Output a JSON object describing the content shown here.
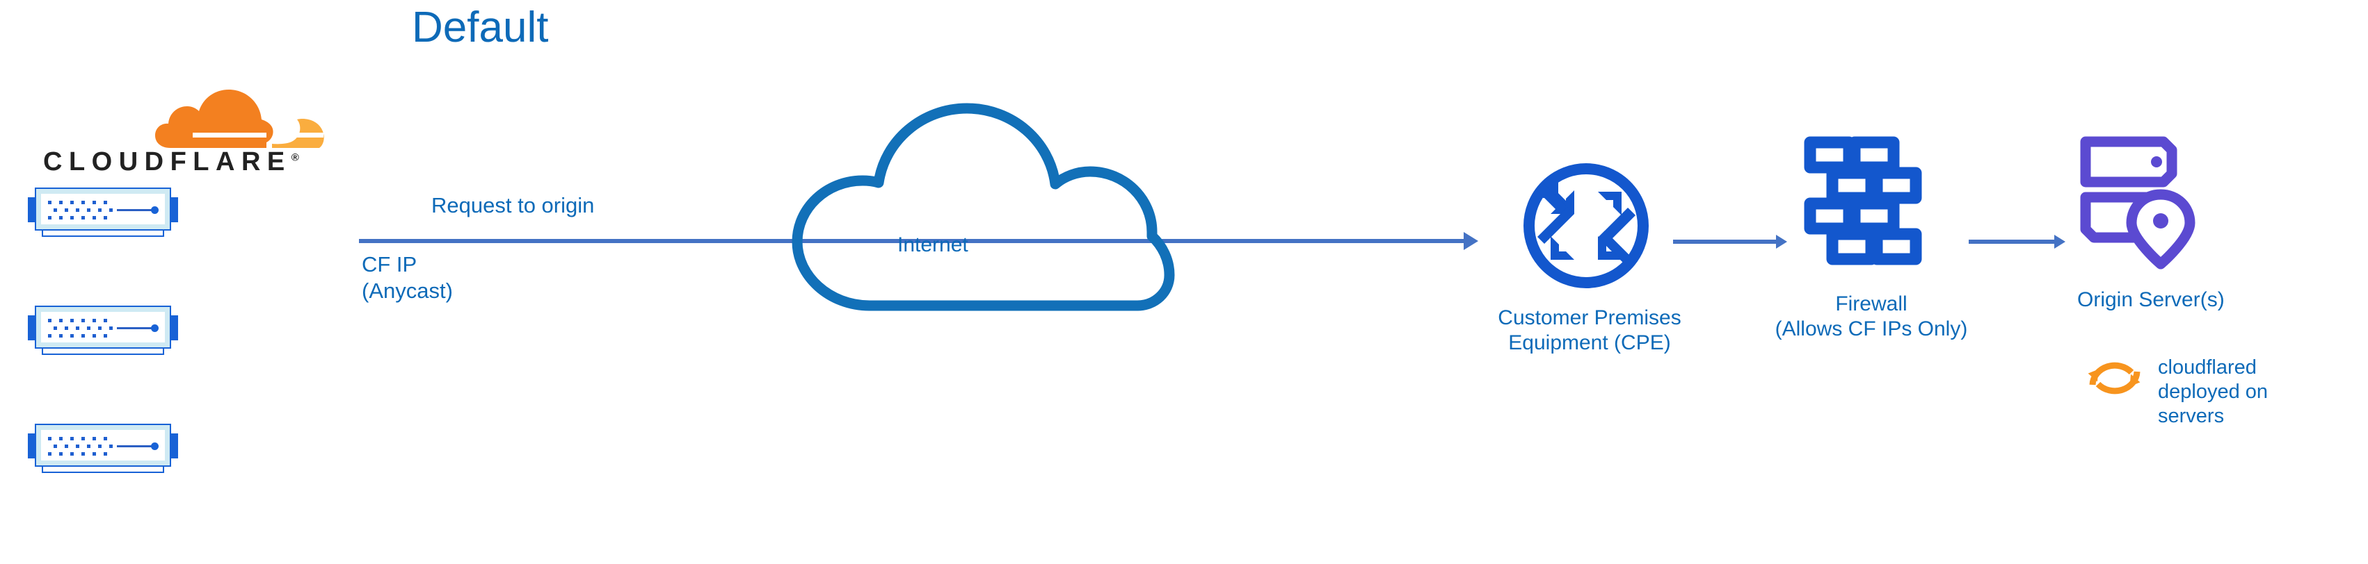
{
  "title": "Default",
  "brand": {
    "wordmark": "CLOUDFLARE",
    "registered_mark": "®",
    "logo_icon": "cloudflare-cloud-logo",
    "orange_dark": "#f38020",
    "orange_light": "#faad3f"
  },
  "colors": {
    "label_blue": "#0d6ab8",
    "icon_blue": "#1357cd",
    "arrow_blue": "#4472c4",
    "rack_blue": "#1862d6",
    "rack_fill": "#cfeaf3",
    "origin_purple": "#5b4ad1",
    "cloudflared_orange": "#f7941e"
  },
  "nodes": {
    "cloudflare_edge": {
      "name": "Cloudflare edge servers",
      "icon": "server-rack-icon",
      "rack_count": 3
    },
    "internet": {
      "label": "Internet",
      "icon": "cloud-icon"
    },
    "cpe": {
      "label_line1": "Customer Premises",
      "label_line2": "Equipment (CPE)",
      "icon": "router-icon"
    },
    "firewall": {
      "label_line1": "Firewall",
      "label_line2": "(Allows CF IPs Only)",
      "icon": "brick-wall-icon"
    },
    "origin": {
      "label": "Origin Server(s)",
      "icon": "server-location-pin-icon",
      "note_line1": "cloudflared",
      "note_line2": "deployed on",
      "note_line3": "servers",
      "note_icon": "refresh-sync-icon"
    }
  },
  "edges": {
    "request_to_origin": {
      "label": "Request to origin",
      "sub_label_line1": "CF IP",
      "sub_label_line2": "(Anycast)"
    }
  }
}
